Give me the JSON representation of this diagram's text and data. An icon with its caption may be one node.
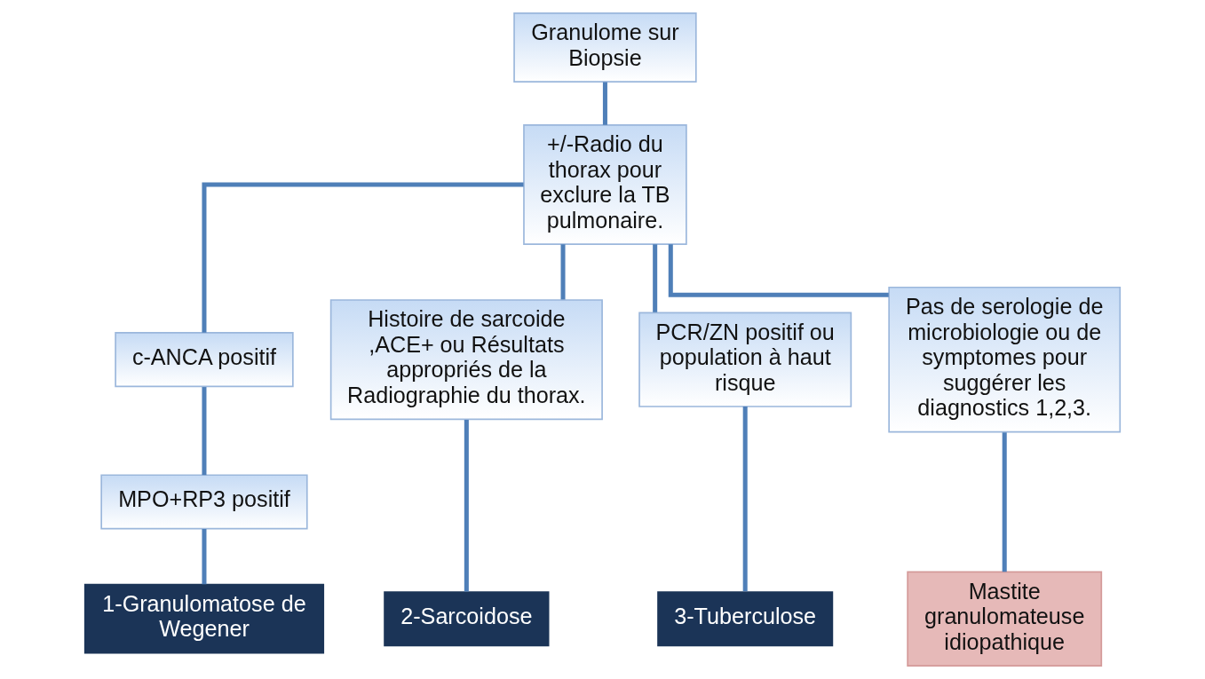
{
  "diagram": {
    "nodes": [
      {
        "text": [
          "Granulome sur Biopsie"
        ]
      },
      {
        "text": [
          "+/-Radio du thorax pour exclure la TB pulmonaire."
        ]
      },
      {
        "text": [
          "c-ANCA positif"
        ]
      },
      {
        "text": [
          "Histoire de sarcoide ,ACE+ ou Résultats appropriés de la Radiographie du thorax."
        ]
      },
      {
        "text": [
          "PCR/ZN positif ou population à haut risque"
        ]
      },
      {
        "text": [
          "Pas de serologie de microbiologie ou de symptomes pour suggérer les diagnostics 1,2,3."
        ]
      },
      {
        "text": [
          "MPO+RP3 positif"
        ]
      },
      {
        "text": [
          "1-Granulomatose de Wegener"
        ]
      },
      {
        "text": [
          "2-Sarcoidose"
        ]
      },
      {
        "text": [
          "3-Tuberculose"
        ]
      },
      {
        "text": [
          "Mastite granulomateuse idiopathique"
        ]
      }
    ],
    "edges": [
      {
        "from": 0,
        "to": 1,
        "arrow": "none"
      },
      {
        "from": 1,
        "to": 2,
        "arrow": "none"
      },
      {
        "from": 1,
        "to": 3,
        "arrow": "none"
      },
      {
        "from": 1,
        "to": 4,
        "arrow": "none"
      },
      {
        "from": 1,
        "to": 5,
        "arrow": "none"
      },
      {
        "from": 2,
        "to": 6,
        "arrow": "none"
      },
      {
        "from": 6,
        "to": 7,
        "arrow": "none"
      },
      {
        "from": 3,
        "to": 8,
        "arrow": "none"
      },
      {
        "from": 4,
        "to": 9,
        "arrow": "none"
      },
      {
        "from": 5,
        "to": 10,
        "arrow": "none"
      }
    ]
  }
}
